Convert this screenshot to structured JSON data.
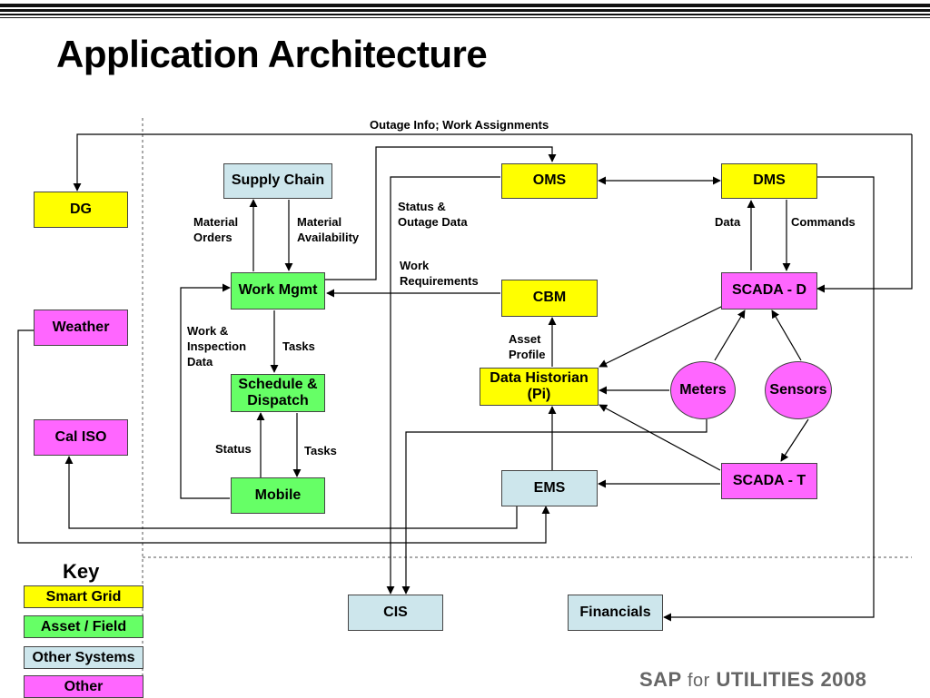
{
  "title": "Application Architecture",
  "nodes": {
    "dg": "DG",
    "weather": "Weather",
    "cal_iso": "Cal ISO",
    "supply_chain": "Supply Chain",
    "work_mgmt": "Work Mgmt",
    "schedule_dispatch": "Schedule & Dispatch",
    "mobile": "Mobile",
    "oms": "OMS",
    "dms": "DMS",
    "cbm": "CBM",
    "scada_d": "SCADA - D",
    "data_historian": "Data Historian (Pi)",
    "meters": "Meters",
    "sensors": "Sensors",
    "ems": "EMS",
    "scada_t": "SCADA - T",
    "cis": "CIS",
    "financials": "Financials"
  },
  "edge_labels": {
    "outage_info": "Outage Info; Work Assignments",
    "material_orders": "Material Orders",
    "material_availability": "Material Availability",
    "status_outage": "Status & Outage Data",
    "work_requirements": "Work Requirements",
    "data": "Data",
    "commands": "Commands",
    "work_inspection": "Work & Inspection Data",
    "tasks_1": "Tasks",
    "asset_profile": "Asset Profile",
    "status": "Status",
    "tasks_2": "Tasks"
  },
  "key": {
    "title": "Key",
    "items": [
      {
        "label": "Smart Grid",
        "color": "#ffff00"
      },
      {
        "label": "Asset / Field",
        "color": "#66ff66"
      },
      {
        "label": "Other Systems",
        "color": "#cde6ec"
      },
      {
        "label": "Other",
        "color": "#ff66ff"
      }
    ]
  },
  "footer": {
    "brand": "SAP",
    "for": "for",
    "product": "UTILITIES 2008"
  }
}
